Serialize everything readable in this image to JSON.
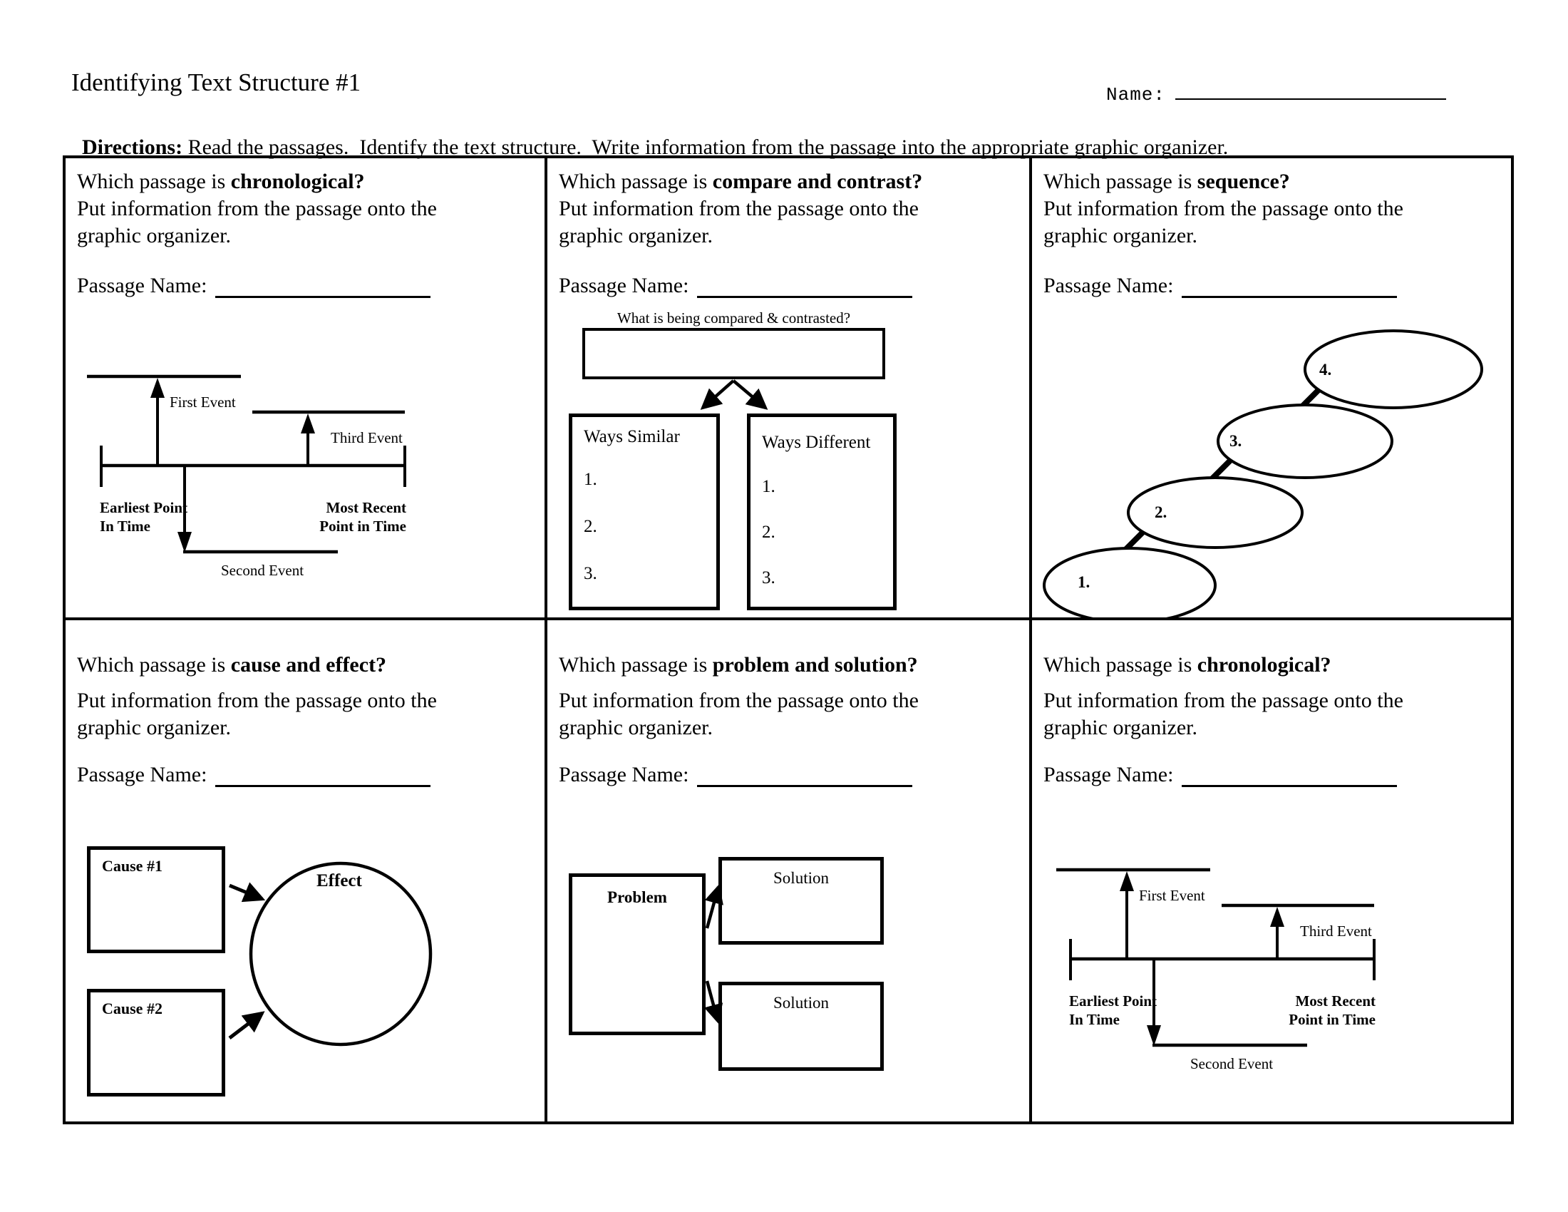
{
  "colors": {
    "ink": "#000000",
    "paper": "#ffffff"
  },
  "header": {
    "title": "Identifying Text Structure #1",
    "name_label": "Name:",
    "directions_label": "Directions:",
    "directions_text": " Read the passages.  Identify the text structure.  Write information from the passage into the appropriate graphic organizer."
  },
  "cells": [
    {
      "question_prefix": "Which passage is ",
      "question_bold": "chronological?",
      "body": "Put information from the passage onto the graphic organizer.",
      "passage_label": "Passage Name:"
    },
    {
      "question_prefix": "Which passage is ",
      "question_bold": "compare and contrast?",
      "body": "Put information from the passage onto the graphic organizer.",
      "passage_label": "Passage Name:"
    },
    {
      "question_prefix": "Which passage is ",
      "question_bold": "sequence?",
      "body": "Put information from the passage onto the graphic organizer.",
      "passage_label": "Passage Name:"
    },
    {
      "question_prefix": "Which passage is ",
      "question_bold": "cause and effect?",
      "body": "Put information from the passage onto the graphic organizer.",
      "passage_label": "Passage Name:"
    },
    {
      "question_prefix": "Which passage is ",
      "question_bold": "problem and solution?",
      "body": "Put information from the passage onto the graphic organizer.",
      "passage_label": "Passage Name:"
    },
    {
      "question_prefix": "Which passage is ",
      "question_bold": "chronological?",
      "body": "Put information from the passage onto the graphic organizer.",
      "passage_label": "Passage Name:"
    }
  ],
  "timeline": {
    "first_event": "First Event",
    "second_event": "Second Event",
    "third_event": "Third Event",
    "earliest_line1": "Earliest Point",
    "earliest_line2": "In Time",
    "recent_line1": "Most Recent",
    "recent_line2": "Point in Time"
  },
  "compare": {
    "top_label": "What is being compared & contrasted?",
    "similar_title": "Ways Similar",
    "different_title": "Ways Different",
    "items": [
      "1.",
      "2.",
      "3."
    ]
  },
  "sequence": {
    "items": [
      "1.",
      "2.",
      "3.",
      "4."
    ]
  },
  "cause_effect": {
    "cause1": "Cause #1",
    "cause2": "Cause #2",
    "effect": "Effect"
  },
  "problem_solution": {
    "problem": "Problem",
    "solution": "Solution"
  }
}
